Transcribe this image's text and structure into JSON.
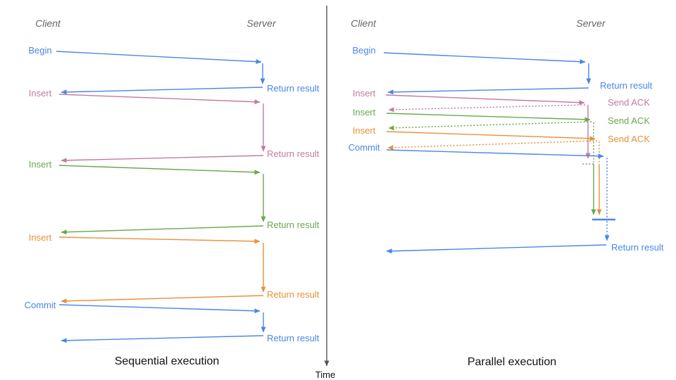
{
  "colors": {
    "blue": "#4a86e8",
    "pink": "#c27ba0",
    "green": "#6aa84f",
    "orange": "#e69138",
    "gray": "#666666",
    "axis": "#555555",
    "title": "#111111"
  },
  "time_axis": {
    "label": "Time"
  },
  "sequential": {
    "title": "Sequential execution",
    "client_label": "Client",
    "server_label": "Server",
    "operations": [
      {
        "label": "Begin",
        "color": "blue",
        "return_label": "Return result"
      },
      {
        "label": "Insert",
        "color": "pink",
        "return_label": "Return result"
      },
      {
        "label": "Insert",
        "color": "green",
        "return_label": "Return result"
      },
      {
        "label": "Insert",
        "color": "orange",
        "return_label": "Return result"
      },
      {
        "label": "Commit",
        "color": "blue",
        "return_label": "Return result"
      }
    ]
  },
  "parallel": {
    "title": "Parallel execution",
    "client_label": "Client",
    "server_label": "Server",
    "operations": [
      {
        "label": "Begin",
        "color": "blue",
        "response_label": "Return result"
      },
      {
        "label": "Insert",
        "color": "pink",
        "response_label": "Send ACK"
      },
      {
        "label": "Insert",
        "color": "green",
        "response_label": "Send ACK"
      },
      {
        "label": "Insert",
        "color": "orange",
        "response_label": "Send ACK"
      },
      {
        "label": "Commit",
        "color": "blue"
      }
    ],
    "final_return_label": "Return result"
  }
}
